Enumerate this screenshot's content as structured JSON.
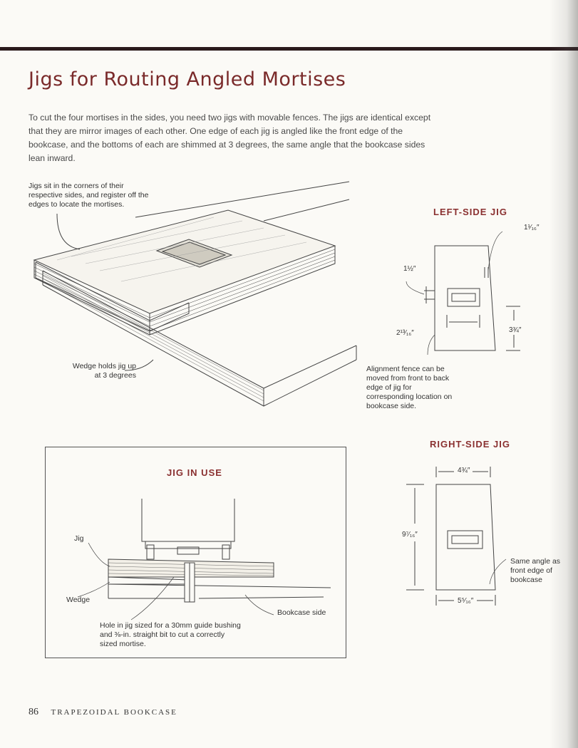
{
  "title": "Jigs for Routing Angled Mortises",
  "intro": "To cut the four mortises in the sides, you need two jigs with movable fences. The jigs are identical except that they are mirror images of each other. One edge of each jig is angled like the front edge of the bookcase, and the bottoms of each are shimmed at 3 degrees, the same angle that the bookcase sides lean inward.",
  "main_figure": {
    "caption_corner": "Jigs sit in the corners of their respective sides, and register off the edges to locate the mortises.",
    "caption_wedge": "Wedge holds jig up at 3 degrees"
  },
  "left_jig": {
    "heading": "LEFT-SIDE JIG",
    "dim_top_right": "1¹⁄₁₆″",
    "dim_fence": "1½″",
    "dim_width": "2¹³⁄₁₆″",
    "dim_height": "3¾″",
    "caption": "Alignment fence can be moved from front to back edge of jig for corresponding location on bookcase side."
  },
  "right_jig": {
    "heading": "RIGHT-SIDE JIG",
    "dim_top": "4¾″",
    "dim_height": "9⁷⁄₁₆″",
    "dim_bottom": "5⁵⁄₁₆″",
    "caption": "Same angle as front edge of bookcase"
  },
  "jig_in_use": {
    "heading": "JIG IN USE",
    "label_jig": "Jig",
    "label_wedge": "Wedge",
    "label_bookcase": "Bookcase side",
    "caption_hole": "Hole in jig sized for a 30mm guide bushing and ⅜-in. straight bit to cut a correctly sized mortise."
  },
  "footer": {
    "page_number": "86",
    "section": "Trapezoidal Bookcase"
  }
}
